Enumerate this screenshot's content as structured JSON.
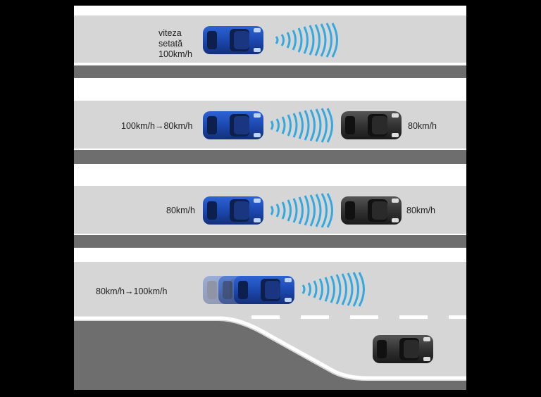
{
  "colors": {
    "background": "#000000",
    "road": "#d6d6d6",
    "separator": "#6e6e6e",
    "lane_marking": "#ffffff",
    "lead_car": "#1f4fb5",
    "other_car": "#3a3a3a",
    "radar_waves": "#33a9e0",
    "label_text": "#222222"
  },
  "scenes": [
    {
      "id": "set-speed",
      "labels": {
        "set_speed": "viteza setată 100km/h"
      }
    },
    {
      "id": "slow-down",
      "labels": {
        "own_speed": "100km/h→80km/h",
        "target_speed": "80km/h"
      }
    },
    {
      "id": "follow",
      "labels": {
        "own_speed": "80km/h",
        "target_speed": "80km/h"
      }
    },
    {
      "id": "accelerate",
      "labels": {
        "own_speed": "80km/h→100km/h"
      }
    }
  ]
}
